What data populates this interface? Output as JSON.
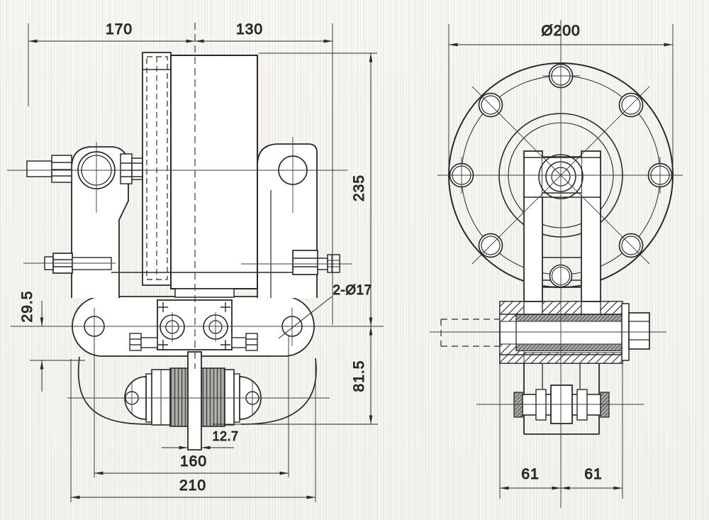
{
  "drawing": {
    "type": "engineering-drawing",
    "views": [
      "front-view",
      "side-view"
    ],
    "palette": {
      "paper": "#f7f6f2",
      "ink": "#2a2a2a",
      "thin_line": "#3c3c3c",
      "bushing_gray": "#a9a7a3",
      "stripe_gray": "#b4b2ae"
    },
    "front_view": {
      "dim_top_left": "170",
      "dim_top_right": "130",
      "dim_height": "235",
      "dim_base_to_lug_offset": "29.5",
      "dim_lower_height": "81.5",
      "dim_bar_width": "12.7",
      "dim_hole_spacing": "160",
      "dim_base_width": "210",
      "callout_holes": "2-Ø17"
    },
    "side_view": {
      "dim_flange_diameter": "Ø200",
      "dim_hub_left": "61",
      "dim_hub_right": "61"
    }
  }
}
